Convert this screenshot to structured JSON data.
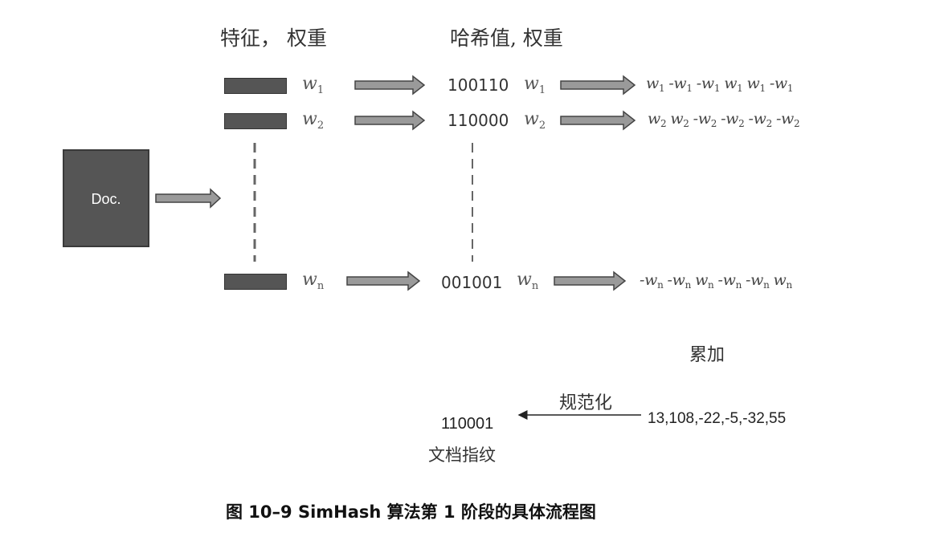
{
  "headers": {
    "feature_weight": "特征，  权重",
    "hash_weight": "哈希值, 权重"
  },
  "doc_label": "Doc.",
  "rows": [
    {
      "weight_base": "w",
      "weight_sub": "1",
      "hash": "100110",
      "signed": [
        "w1",
        "-w1",
        "-w1",
        "w1",
        "w1",
        "-w1"
      ]
    },
    {
      "weight_base": "w",
      "weight_sub": "2",
      "hash": "110000",
      "signed": [
        "w2",
        "w2",
        "-w2",
        "-w2",
        "-w2",
        "-w2"
      ]
    },
    {
      "weight_base": "w",
      "weight_sub": "n",
      "hash": "001001",
      "signed": [
        "-wn",
        "-wn",
        "wn",
        "-wn",
        "-wn",
        "wn"
      ]
    }
  ],
  "accumulate_label": "累加",
  "normalize_label": "规范化",
  "sum_vector": "13,108,-22,-5,-32,55",
  "fingerprint_value": "110001",
  "fingerprint_label": "文档指纹",
  "caption": "图 10–9   SimHash 算法第 1 阶段的具体流程图"
}
